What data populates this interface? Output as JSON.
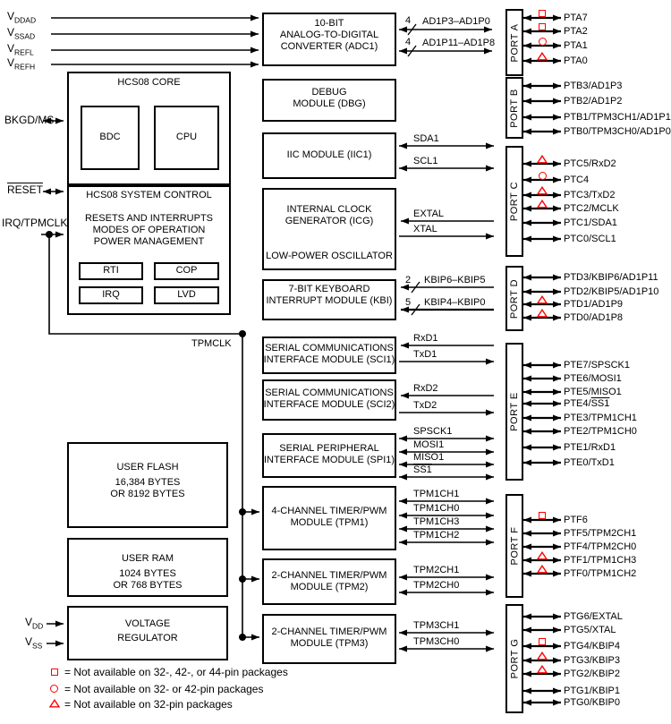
{
  "analog_inputs": [
    {
      "base": "V",
      "sub": "DDAD"
    },
    {
      "base": "V",
      "sub": "SSAD"
    },
    {
      "base": "V",
      "sub": "REFL"
    },
    {
      "base": "V",
      "sub": "REFH"
    }
  ],
  "core": {
    "title": "HCS08 CORE",
    "bdc_label": "BDC",
    "cpu_label": "CPU",
    "bkgd_label": "BKGD/MS"
  },
  "system_control": {
    "title": "HCS08 SYSTEM CONTROL",
    "reset_label": "RESET",
    "irq_label": "IRQ/TPMCLK",
    "tpmclk_label": "TPMCLK",
    "functions": [
      "RESETS AND INTERRUPTS",
      "MODES OF OPERATION",
      "POWER MANAGEMENT"
    ],
    "sub_blocks": [
      "RTI",
      "COP",
      "IRQ",
      "LVD"
    ]
  },
  "memory": {
    "flash_lines": [
      "USER FLASH",
      "16,384 BYTES",
      "OR 8192 BYTES"
    ],
    "ram_lines": [
      "USER RAM",
      "1024 BYTES",
      "OR 768 BYTES"
    ]
  },
  "regulator": {
    "lines": [
      "VOLTAGE",
      "REGULATOR"
    ],
    "vdd": {
      "base": "V",
      "sub": "DD"
    },
    "vss": {
      "base": "V",
      "sub": "SS"
    }
  },
  "modules": {
    "adc": {
      "lines": [
        "10-BIT",
        "ANALOG-TO-DIGITAL",
        "CONVERTER (ADC1)"
      ],
      "buses": [
        {
          "width": "4",
          "label": "AD1P3–AD1P0"
        },
        {
          "width": "4",
          "label": "AD1P11–AD1P8"
        }
      ]
    },
    "dbg": {
      "lines": [
        "DEBUG",
        "MODULE (DBG)"
      ]
    },
    "iic": {
      "label": "IIC MODULE (IIC1)",
      "signals": [
        "SDA1",
        "SCL1"
      ]
    },
    "icg": {
      "lines": [
        "INTERNAL CLOCK",
        "GENERATOR (ICG)"
      ],
      "oscillator": "LOW-POWER OSCILLATOR",
      "signals": [
        "EXTAL",
        "XTAL"
      ]
    },
    "kbi": {
      "lines": [
        "7-BIT KEYBOARD",
        "INTERRUPT MODULE (KBI)"
      ],
      "buses": [
        {
          "width": "2",
          "label": "KBIP6–KBIP5"
        },
        {
          "width": "5",
          "label": "KBIP4–KBIP0"
        }
      ]
    },
    "sci1": {
      "lines": [
        "SERIAL COMMUNICATIONS",
        "INTERFACE MODULE (SCI1)"
      ],
      "signals": [
        "RxD1",
        "TxD1"
      ]
    },
    "sci2": {
      "lines": [
        "SERIAL COMMUNICATIONS",
        "INTERFACE MODULE (SCI2)"
      ],
      "signals": [
        "RxD2",
        "TxD2"
      ]
    },
    "spi": {
      "lines": [
        "SERIAL PERIPHERAL",
        "INTERFACE MODULE (SPI1)"
      ],
      "signals": [
        "SPSCK1",
        "MOSI1",
        "MISO1"
      ],
      "ss_signal": "SS1"
    },
    "tpm1": {
      "lines": [
        "4-CHANNEL TIMER/PWM",
        "MODULE (TPM1)"
      ],
      "signals": [
        "TPM1CH1",
        "TPM1CH0",
        "TPM1CH3",
        "TPM1CH2"
      ]
    },
    "tpm2": {
      "lines": [
        "2-CHANNEL TIMER/PWM",
        "MODULE (TPM2)"
      ],
      "signals": [
        "TPM2CH1",
        "TPM2CH0"
      ]
    },
    "tpm3": {
      "lines": [
        "2-CHANNEL TIMER/PWM",
        "MODULE (TPM3)"
      ],
      "signals": [
        "TPM3CH1",
        "TPM3CH0"
      ]
    }
  },
  "ports": [
    {
      "name": "PORT A",
      "pins": [
        {
          "label": "PTA7",
          "symbol": "square"
        },
        {
          "label": "PTA2",
          "symbol": "square"
        },
        {
          "label": "PTA1",
          "symbol": "circle"
        },
        {
          "label": "PTA0",
          "symbol": "triangle"
        }
      ]
    },
    {
      "name": "PORT B",
      "pins": [
        {
          "label": "PTB3/AD1P3"
        },
        {
          "label": "PTB2/AD1P2"
        },
        {
          "label": "PTB1/TPM3CH1/AD1P1"
        },
        {
          "label": "PTB0/TPM3CH0/AD1P0"
        }
      ]
    },
    {
      "name": "PORT C",
      "pins": [
        {
          "label": "PTC5/RxD2",
          "symbol": "triangle"
        },
        {
          "label": "PTC4",
          "symbol": "circle"
        },
        {
          "label": "PTC3/TxD2",
          "symbol": "triangle"
        },
        {
          "label": "PTC2/MCLK",
          "symbol": "triangle"
        },
        {
          "label": "PTC1/SDA1"
        },
        {
          "label": "PTC0/SCL1"
        }
      ]
    },
    {
      "name": "PORT D",
      "pins": [
        {
          "label": "PTD3/KBIP6/AD1P11"
        },
        {
          "label": "PTD2/KBIP5/AD1P10"
        },
        {
          "label": "PTD1/AD1P9",
          "symbol": "triangle"
        },
        {
          "label": "PTD0/AD1P8",
          "symbol": "triangle"
        }
      ]
    },
    {
      "name": "PORT E",
      "pins": [
        {
          "label": "PTE7/SPSCK1"
        },
        {
          "label": "PTE6/MOSI1"
        },
        {
          "label": "PTE5/MISO1"
        },
        {
          "pre": "PTE4/",
          "ovl": "SS1"
        },
        {
          "label": "PTE3/TPM1CH1"
        },
        {
          "label": "PTE2/TPM1CH0"
        },
        {
          "label": "PTE1/RxD1"
        },
        {
          "label": "PTE0/TxD1"
        }
      ]
    },
    {
      "name": "PORT F",
      "pins": [
        {
          "label": "PTF6",
          "symbol": "square"
        },
        {
          "label": "PTF5/TPM2CH1"
        },
        {
          "label": "PTF4/TPM2CH0"
        },
        {
          "label": "PTF1/TPM1CH3",
          "symbol": "triangle"
        },
        {
          "label": "PTF0/TPM1CH2",
          "symbol": "triangle"
        }
      ]
    },
    {
      "name": "PORT G",
      "pins": [
        {
          "label": "PTG6/EXTAL"
        },
        {
          "label": "PTG5/XTAL"
        },
        {
          "label": "PTG4/KBIP4",
          "symbol": "square"
        },
        {
          "label": "PTG3/KBIP3",
          "symbol": "triangle"
        },
        {
          "label": "PTG2/KBIP2",
          "symbol": "triangle"
        },
        {
          "label": "PTG1/KBIP1"
        },
        {
          "label": "PTG0/KBIP0"
        }
      ]
    }
  ],
  "legend": [
    {
      "symbol": "square",
      "text": "= Not available on 32-, 42-, or 44-pin packages"
    },
    {
      "symbol": "circle",
      "text": "= Not available on 32- or 42-pin packages"
    },
    {
      "symbol": "triangle",
      "text": "= Not available on 32-pin packages"
    }
  ],
  "colors": {
    "line": "#000000",
    "marker_red": "#ff0000",
    "background": "#ffffff"
  }
}
